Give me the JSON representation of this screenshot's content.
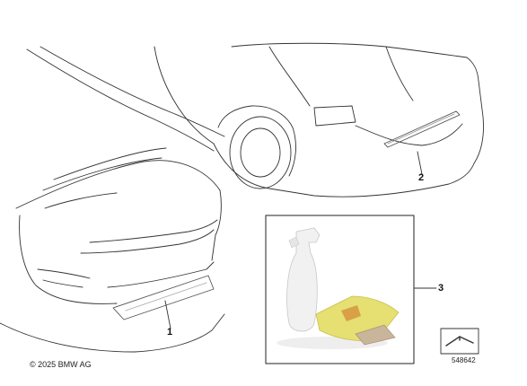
{
  "callouts": [
    {
      "id": "1",
      "text": "1"
    },
    {
      "id": "2",
      "text": "2"
    },
    {
      "id": "3",
      "text": "3"
    }
  ],
  "footer": {
    "copyright": "© 2025 BMW AG",
    "diagram_number": "548642"
  },
  "colors": {
    "line": "#333333",
    "cloth": "#e8e070",
    "bottle": "#f2f2f2",
    "card": "#c9b59a"
  }
}
